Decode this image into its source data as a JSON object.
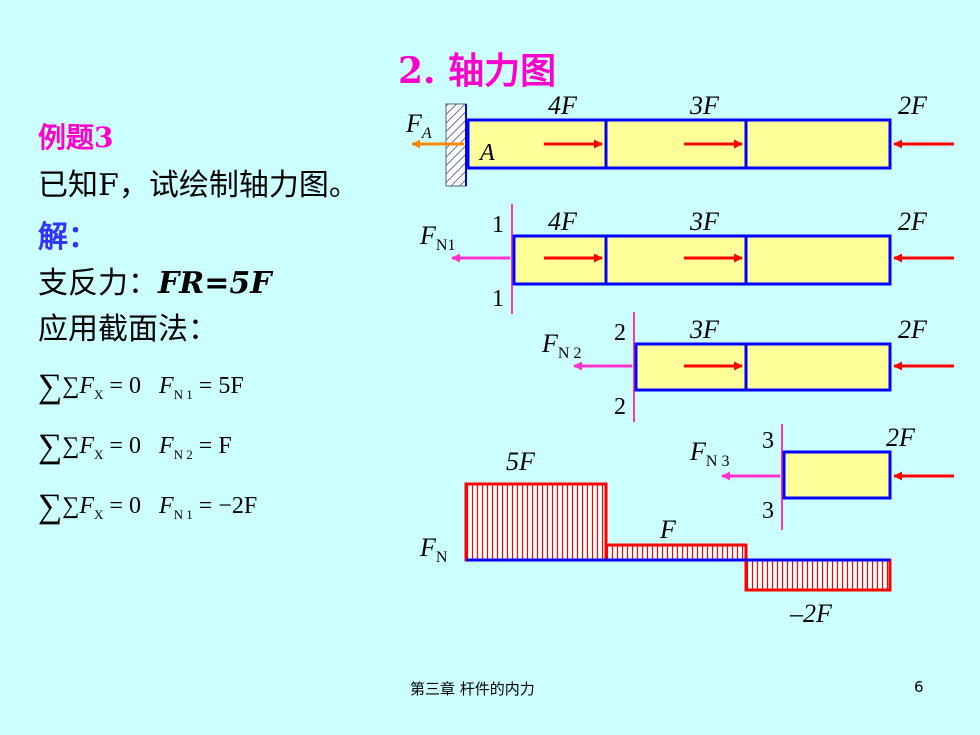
{
  "slide": {
    "title": "2. 轴力图",
    "example_label": "例题3",
    "given": "已知F，试绘制轴力图。",
    "solution_label": "解：",
    "reaction_prefix": "支反力：",
    "reaction_formula": "FR=5F",
    "method": "应用截面法：",
    "footer": "第三章  杆件的内力",
    "page_number": "6"
  },
  "equations": [
    {
      "sum": "∑F",
      "sum_sub": "X",
      "eq": " = 0",
      "lhs": "F",
      "lhs_sub": "N 1",
      "rhs": " = 5F"
    },
    {
      "sum": "∑F",
      "sum_sub": "X",
      "eq": " = 0",
      "lhs": "F",
      "lhs_sub": "N 2",
      "rhs": " = F"
    },
    {
      "sum": "∑F",
      "sum_sub": "X",
      "eq": " = 0",
      "lhs": "F",
      "lhs_sub": "N 1",
      "rhs": " = −2F"
    }
  ],
  "diagram": {
    "bar_fill": "#ffff99",
    "bar_stroke": "#0000ff",
    "force_color": "#ff0000",
    "internal_color": "#ff33cc",
    "reaction_color": "#ff8800",
    "forces": [
      "4F",
      "3F",
      "2F"
    ],
    "reaction_label": "F",
    "reaction_sub": "A",
    "point_label": "A",
    "section_labels": {
      "s1": {
        "label": "F",
        "sub": "N1",
        "num": "1"
      },
      "s2": {
        "label": "F",
        "sub": "N 2",
        "num": "2"
      },
      "s3": {
        "label": "F",
        "sub": "N 3",
        "num": "3"
      }
    },
    "axial_plot": {
      "axis_label": "F",
      "axis_sub": "N",
      "values_text": [
        "5F",
        "F",
        "–2F"
      ],
      "values": [
        5,
        1,
        -2
      ]
    }
  }
}
